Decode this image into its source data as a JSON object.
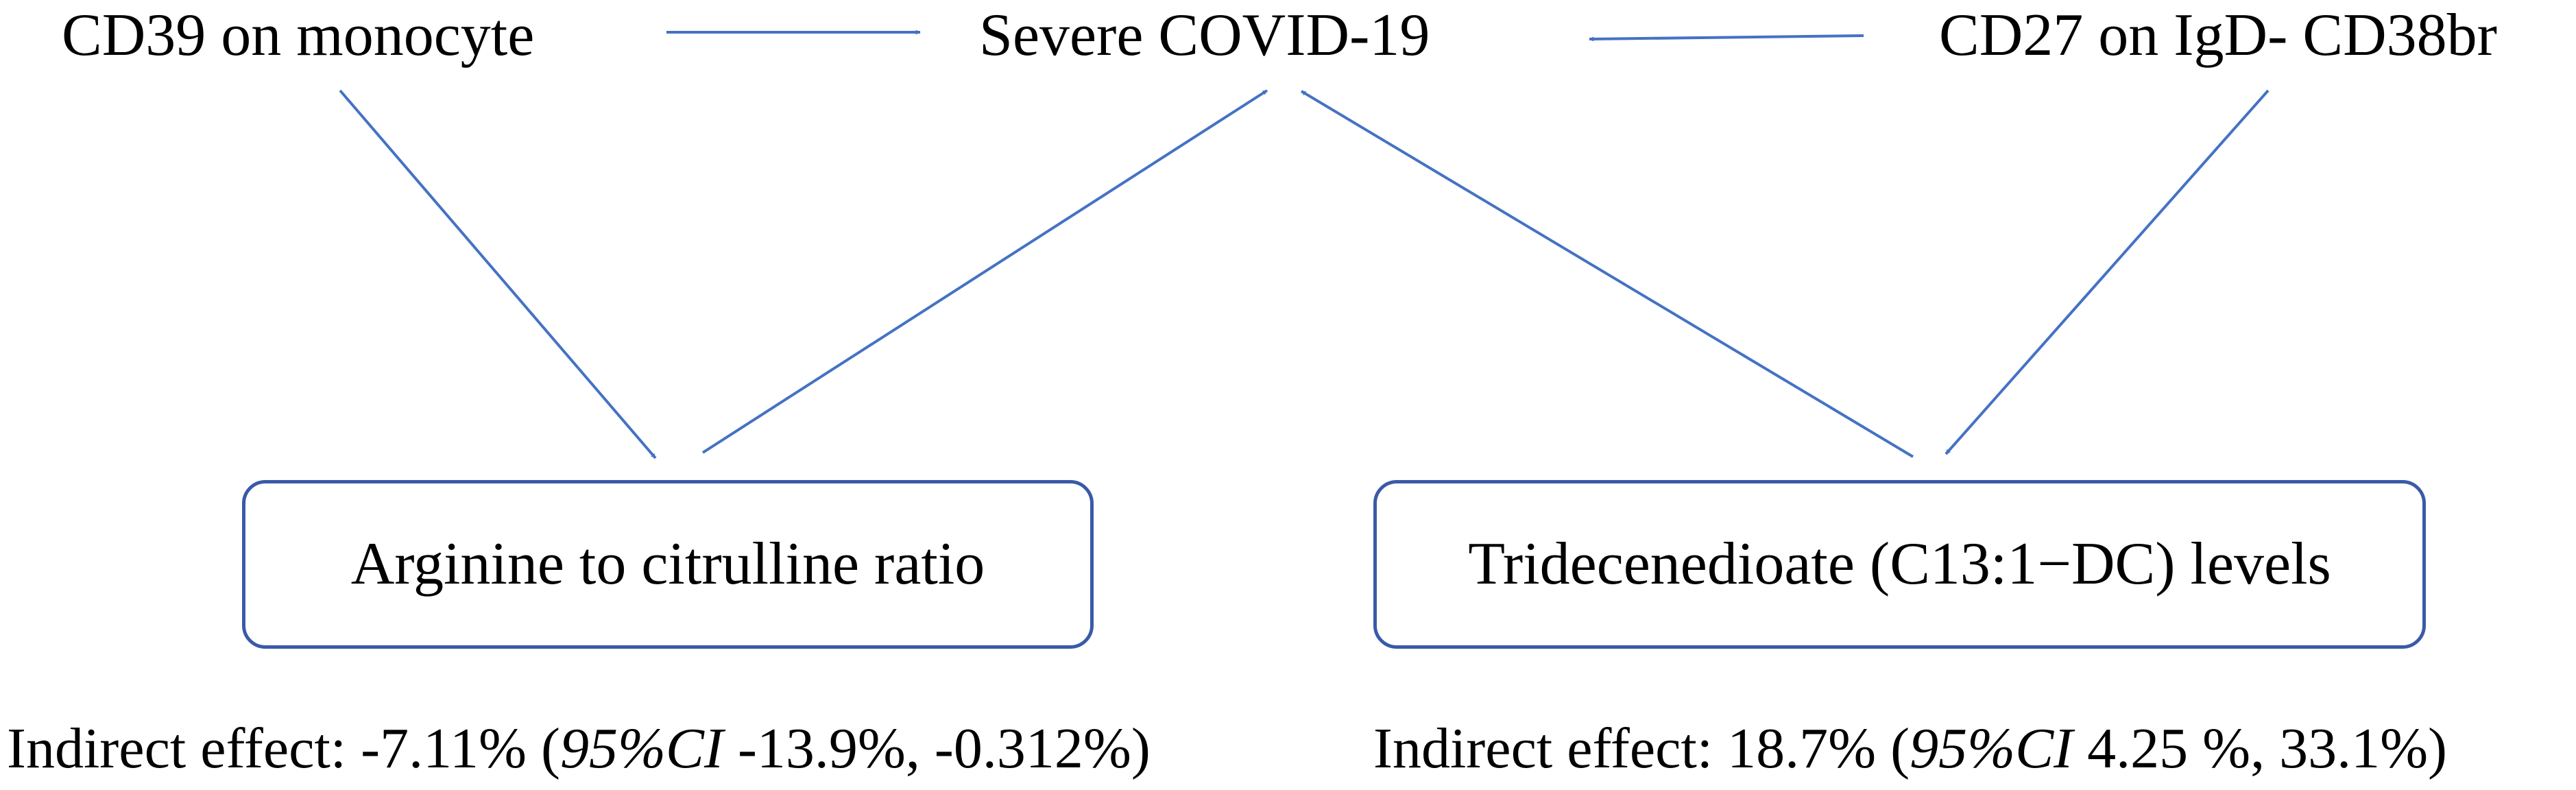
{
  "nodes": {
    "exposure_left": "CD39 on monocyte",
    "outcome": "Severe COVID-19",
    "exposure_right": "CD27 on IgD- CD38br"
  },
  "mediators": {
    "left": "Arginine to citrulline ratio",
    "right": "Tridecenedioate (C13:1−DC) levels"
  },
  "effects": {
    "left": {
      "label": "Indirect effect:",
      "value": "-7.11%",
      "ci_label": "95%CI",
      "ci_values": "-13.9%, -0.312%"
    },
    "right": {
      "label": "Indirect effect:",
      "value": "18.7%",
      "ci_label": "95%CI",
      "ci_values": "4.25 %, 33.1%"
    }
  },
  "colors": {
    "arrow": "#4472c4",
    "box_border": "#3a5aa8",
    "text": "#000000"
  }
}
